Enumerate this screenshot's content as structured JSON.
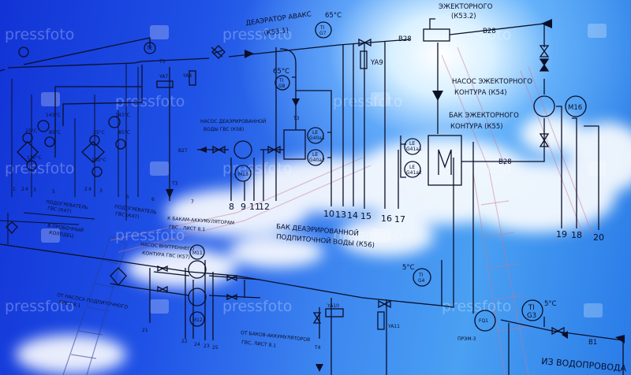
{
  "watermark": "pressfoto",
  "labels": {
    "ejector_top": "ЭЖЕКТОРНОГО",
    "k532": "(К53.2)",
    "deaerator": "ДЕАЭРАТОР АВАКС",
    "k531": "(К53.1)",
    "ti_g7": [
      "TI",
      "G7"
    ],
    "temp65a": "65°C",
    "temp65b": "65°C",
    "ti_g8": [
      "TI",
      "G8"
    ],
    "b28_a": "B28",
    "b28_b": "B28",
    "b28_c": "B28",
    "ya9": "YA9",
    "ya7": "YA7",
    "ya8": "YA8",
    "ya10": "YA10",
    "ya11": "YA11",
    "te": "TE",
    "t3a": "T3",
    "t3b": "T3",
    "t3c": "T3",
    "t4": "T4",
    "pump_ejector": [
      "НАСОС ЭЖЕКТОРНОГО",
      "КОНТУРА (К54)"
    ],
    "m16": "M16",
    "tank_ejector": [
      "БАК ЭЖЕКТОРНОГО",
      "КОНТУРА  (К55)"
    ],
    "le_g41a1": [
      "LE",
      "G41a1"
    ],
    "le_g41a2": [
      "LE",
      "G41a2"
    ],
    "le_g40a1": [
      "LE",
      "G40a1"
    ],
    "le_g40a2": [
      "LE",
      "G40a2"
    ],
    "pump_deaerated": [
      "НАСОС ДЕАЭРИРОВАННОЙ",
      "ВОДЫ ГВС (К58)"
    ],
    "m13": "M13",
    "b27": "B27",
    "to_tanks": [
      "К БАКАМ-АККУМУЛЯТОРАМ",
      "ГВС , ЛИСТ 8.1"
    ],
    "tank_deaerated": [
      "БАК ДЕАЭРИРОВАННОЙ",
      "ПОДПИТОЧНОЙ ВОДЫ (К56)"
    ],
    "pump_inner": [
      "НАСОС ВНУТРЕННЕГО",
      "КОНТУРА ГВС (К57)"
    ],
    "m11": "M11",
    "m12": "M12",
    "from_tanks": [
      "ОТ БАКОВ-АККУМУЛЯТОРОВ",
      "ГВС, ЛИСТ 8.1"
    ],
    "temp5a": "5°C",
    "ti_g4": [
      "TI",
      "G4"
    ],
    "temp5b": "5°C",
    "ti_g3": [
      "TI",
      "G3"
    ],
    "fq1": "FQ1",
    "prem": "ПРЭМ-3",
    "b1": "B1",
    "from_water": "ИЗ ВОДОПРОВОДА",
    "heater1": [
      "ПОДОГРЕВАТЕЛЬ",
      "ГВС (К47)"
    ],
    "heater2": [
      "ПОДОГРЕВАТЕЛЬ",
      "ГВС (К47)"
    ],
    "drain": [
      "В ПРОБОЧНЫЙ",
      "КОЛОДЕЦ"
    ],
    "from_pump": [
      "ОТ НАСОСА ПОДПИТОЧНОГО",
      "ЛИСТ 8.1"
    ],
    "t143a": "143°C",
    "t25a": "25°C",
    "t85a": "85°C",
    "t130a": "130°C",
    "t143b": "143°C",
    "t25b": "25°C",
    "t85b": "85°C",
    "t130b": "130°C"
  },
  "line_numbers": [
    "1",
    "2",
    "4",
    "3",
    "5",
    "2",
    "4",
    "3",
    "5",
    "6",
    "7",
    "8",
    "9",
    "11",
    "12",
    "10",
    "13",
    "14",
    "15",
    "16",
    "17",
    "19",
    "18",
    "20",
    "21",
    "22",
    "24",
    "23",
    "25"
  ]
}
